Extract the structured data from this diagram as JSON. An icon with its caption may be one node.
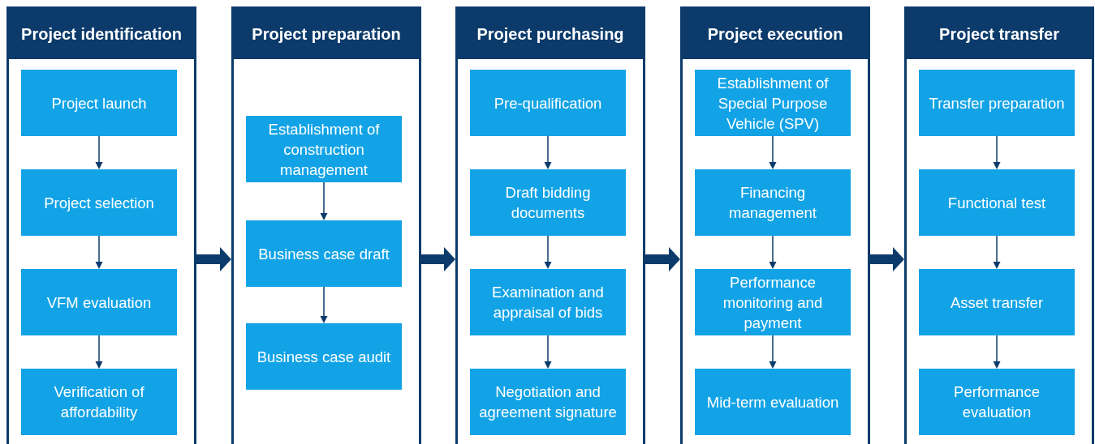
{
  "diagram": {
    "nodes": [
      {
        "text": [
          "Project identification"
        ]
      },
      {
        "text": [
          "Project launch"
        ],
        "in": 0
      },
      {
        "text": [
          "Project selection"
        ],
        "in": 0
      },
      {
        "text": [
          "VFM evaluation"
        ],
        "in": 0
      },
      {
        "text": [
          "Verification of affordability"
        ],
        "in": 0
      },
      {
        "text": [
          "Project preparation"
        ]
      },
      {
        "text": [
          "Establishment of construction management"
        ],
        "in": 5
      },
      {
        "text": [
          "Business case draft"
        ],
        "in": 5
      },
      {
        "text": [
          "Business case audit"
        ],
        "in": 5
      },
      {
        "text": [
          "Project purchasing"
        ]
      },
      {
        "text": [
          "Pre-qualification"
        ],
        "in": 9
      },
      {
        "text": [
          "Draft bidding documents"
        ],
        "in": 9
      },
      {
        "text": [
          "Examination and appraisal of bids"
        ],
        "in": 9
      },
      {
        "text": [
          "Negotiation and agreement signature"
        ],
        "in": 9
      },
      {
        "text": [
          "Project execution"
        ]
      },
      {
        "text": [
          "Establishment of Special Purpose Vehicle (SPV)"
        ],
        "in": 14
      },
      {
        "text": [
          "Financing management"
        ],
        "in": 14
      },
      {
        "text": [
          "Performance monitoring and payment"
        ],
        "in": 14
      },
      {
        "text": [
          "Mid-term evaluation"
        ],
        "in": 14
      },
      {
        "text": [
          "Project transfer"
        ]
      },
      {
        "text": [
          "Transfer preparation"
        ],
        "in": 19
      },
      {
        "text": [
          "Functional test"
        ],
        "in": 19
      },
      {
        "text": [
          "Asset transfer"
        ],
        "in": 19
      },
      {
        "text": [
          "Performance evaluation"
        ],
        "in": 19
      }
    ],
    "edges": [
      {
        "from": 1,
        "to": 2,
        "arrow": "to"
      },
      {
        "from": 2,
        "to": 3,
        "arrow": "to"
      },
      {
        "from": 3,
        "to": 4,
        "arrow": "to"
      },
      {
        "from": 6,
        "to": 7,
        "arrow": "to"
      },
      {
        "from": 7,
        "to": 8,
        "arrow": "to"
      },
      {
        "from": 10,
        "to": 11,
        "arrow": "to"
      },
      {
        "from": 11,
        "to": 12,
        "arrow": "to"
      },
      {
        "from": 12,
        "to": 13,
        "arrow": "to"
      },
      {
        "from": 15,
        "to": 16,
        "arrow": "to"
      },
      {
        "from": 16,
        "to": 17,
        "arrow": "to"
      },
      {
        "from": 17,
        "to": 18,
        "arrow": "to"
      },
      {
        "from": 20,
        "to": 21,
        "arrow": "to"
      },
      {
        "from": 21,
        "to": 22,
        "arrow": "to"
      },
      {
        "from": 22,
        "to": 23,
        "arrow": "to"
      },
      {
        "from": 0,
        "to": 5,
        "arrow": "to",
        "style": "thick"
      },
      {
        "from": 5,
        "to": 9,
        "arrow": "to",
        "style": "thick"
      },
      {
        "from": 9,
        "to": 14,
        "arrow": "to",
        "style": "thick"
      },
      {
        "from": 14,
        "to": 19,
        "arrow": "to",
        "style": "thick"
      }
    ]
  }
}
